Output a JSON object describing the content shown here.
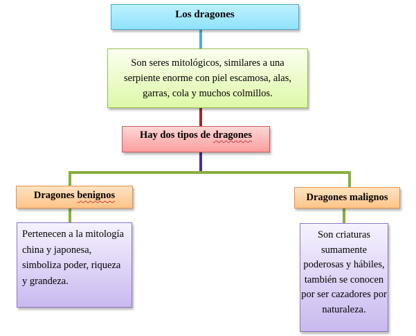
{
  "diagram": {
    "title": "Los dragones",
    "definition": "Son seres mitológicos, similares a una serpiente enorme con piel escamosa, alas, garras, cola y muchos colmillos.",
    "types": {
      "lead": "Hay dos tipos de ",
      "word": "dragones"
    },
    "benign": {
      "first": "Dragones",
      "word": "benignos",
      "description": "Pertenecen a la mitología china y japonesa, simboliza poder, riqueza y grandeza."
    },
    "malign": {
      "title": "Dragones malignos",
      "description": "Son criaturas sumamente poderosas y hábiles, también se conocen por ser cazadores por naturaleza."
    }
  },
  "colors": {
    "connector_blue": "#4aaecf",
    "connector_red": "#9b2a2a",
    "connector_purple": "#4b2f8e",
    "connector_green": "#8aae3c"
  }
}
